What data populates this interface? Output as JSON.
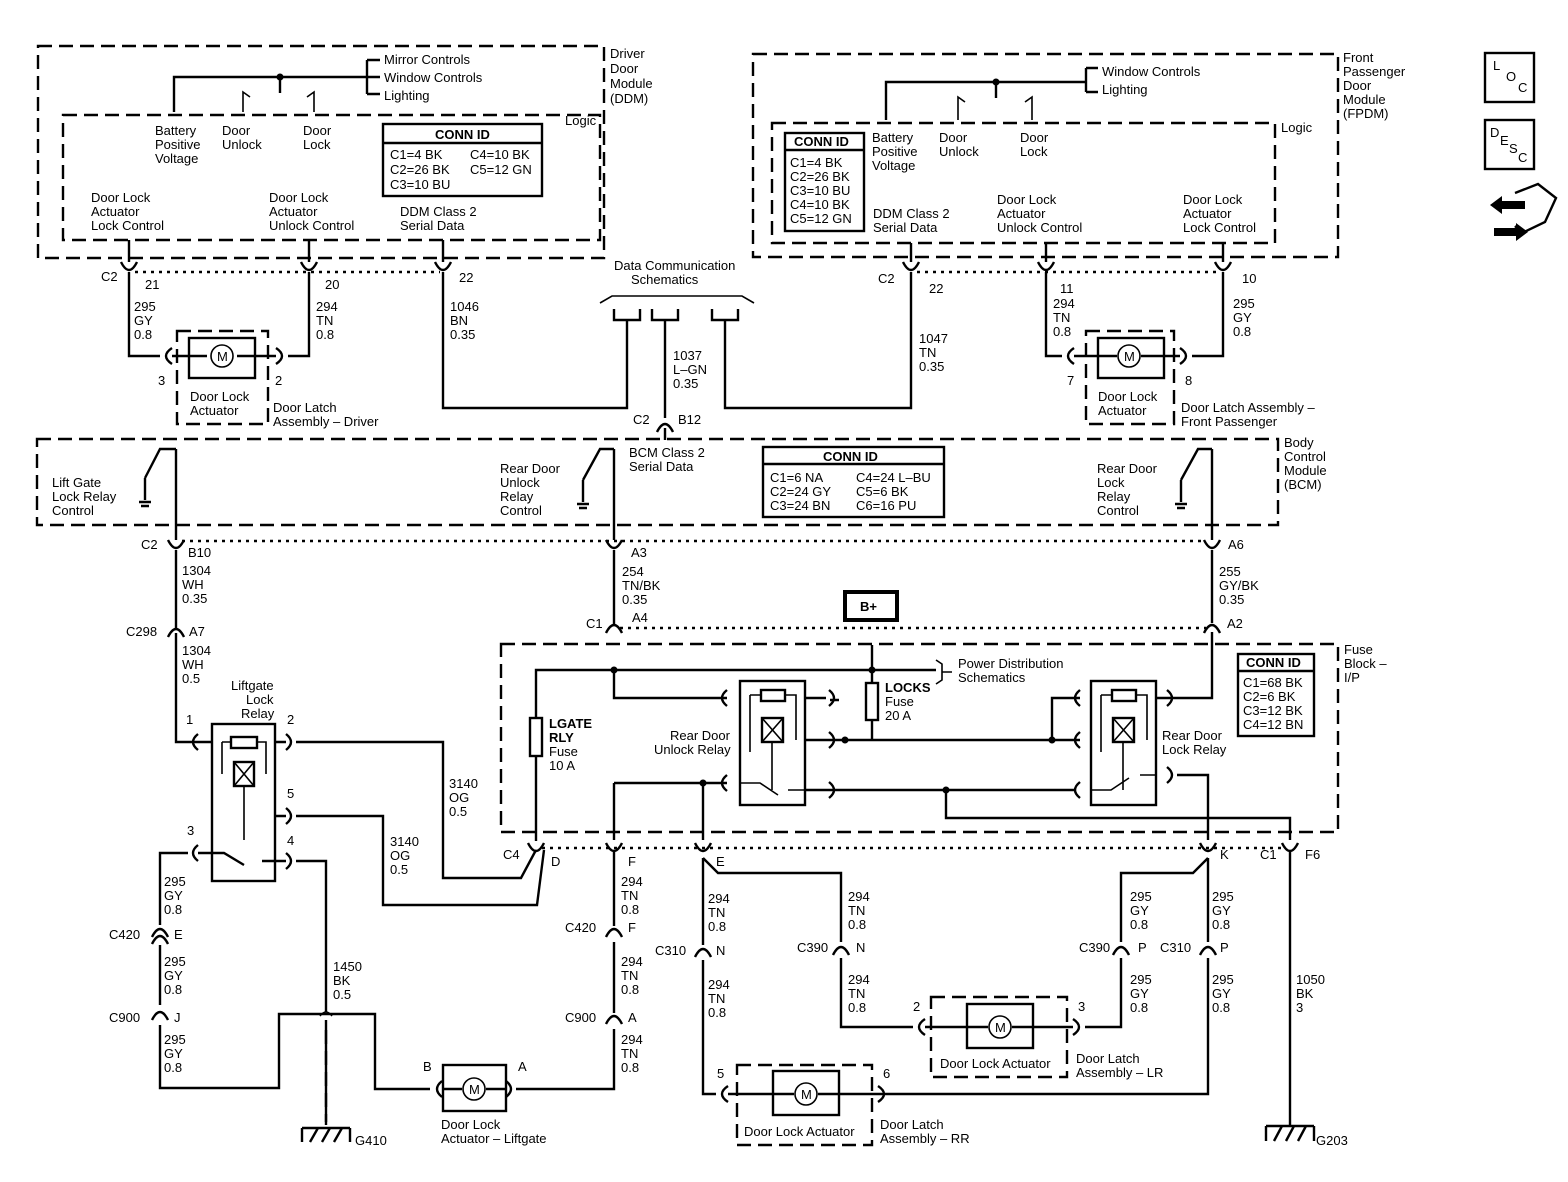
{
  "ddm": {
    "title": [
      "Driver",
      "Door",
      "Module",
      "(DDM)"
    ],
    "logic": "Logic",
    "top_signals": [
      "Mirror Controls",
      "Window Controls",
      "Lighting"
    ],
    "bat": [
      "Battery",
      "Positive",
      "Voltage"
    ],
    "door_unlock": [
      "Door",
      "Unlock"
    ],
    "door_lock": [
      "Door",
      "Lock"
    ],
    "conn_title": "CONN ID",
    "conn": [
      "C1=4 BK",
      "C2=26 BK",
      "C3=10 BU",
      "C4=10 BK",
      "C5=12 GN"
    ],
    "lock_ctrl": [
      "Door Lock",
      "Actuator",
      "Lock Control"
    ],
    "unlock_ctrl": [
      "Door Lock",
      "Actuator",
      "Unlock Control"
    ],
    "serial": [
      "DDM Class 2",
      "Serial Data"
    ],
    "c2": "C2",
    "pins": [
      "21",
      "20",
      "22"
    ]
  },
  "fpdm": {
    "title": [
      "Front",
      "Passenger",
      "Door",
      "Module",
      "(FPDM)"
    ],
    "logic": "Logic",
    "top_signals": [
      "Window Controls",
      "Lighting"
    ],
    "conn_title": "CONN ID",
    "conn": [
      "C1=4 BK",
      "C2=26 BK",
      "C3=10 BU",
      "C4=10 BK",
      "C5=12 GN"
    ],
    "bat": [
      "Battery",
      "Positive",
      "Voltage"
    ],
    "door_unlock": [
      "Door",
      "Unlock"
    ],
    "door_lock": [
      "Door",
      "Lock"
    ],
    "serial": [
      "DDM Class 2",
      "Serial Data"
    ],
    "unlock_ctrl": [
      "Door Lock",
      "Actuator",
      "Unlock Control"
    ],
    "lock_ctrl": [
      "Door Lock",
      "Actuator",
      "Lock Control"
    ],
    "c2": "C2",
    "pins": [
      "22",
      "11",
      "10"
    ]
  },
  "side_icons": [
    "LOC",
    "DESC"
  ],
  "data_comm": [
    "Data Communication",
    "Schematics"
  ],
  "wires_top": {
    "w295a": [
      "295",
      "GY",
      "0.8"
    ],
    "w294a": [
      "294",
      "TN",
      "0.8"
    ],
    "w1046": [
      "1046",
      "BN",
      "0.35"
    ],
    "w1037": [
      "1037",
      "L–GN",
      "0.35"
    ],
    "w1047": [
      "1047",
      "TN",
      "0.35"
    ],
    "w294b": [
      "294",
      "TN",
      "0.8"
    ],
    "w295b": [
      "295",
      "GY",
      "0.8"
    ]
  },
  "driver_latch": {
    "pins": [
      "3",
      "2"
    ],
    "act": [
      "Door Lock",
      "Actuator"
    ],
    "name": [
      "Door Latch",
      "Assembly – Driver"
    ],
    "m": "M"
  },
  "fp_latch": {
    "pins": [
      "7",
      "8"
    ],
    "act": [
      "Door Lock",
      "Actuator"
    ],
    "name": [
      "Door Latch Assembly –",
      "Front Passenger"
    ],
    "m": "M"
  },
  "bcm": {
    "c2b12": [
      "C2",
      "B12"
    ],
    "serial": [
      "BCM Class 2",
      "Serial Data"
    ],
    "title": [
      "Body",
      "Control",
      "Module",
      "(BCM)"
    ],
    "liftgate": [
      "Lift Gate",
      "Lock Relay",
      "Control"
    ],
    "rear_unlock": [
      "Rear Door",
      "Unlock",
      "Relay",
      "Control"
    ],
    "rear_lock": [
      "Rear Door",
      "Lock",
      "Relay",
      "Control"
    ],
    "conn_title": "CONN ID",
    "conn": [
      "C1=6 NA",
      "C2=24 GY",
      "C3=24 BN",
      "C4=24 L–BU",
      "C5=6 BK",
      "C6=16 PU"
    ],
    "pins": [
      "C2",
      "B10",
      "A3",
      "A6"
    ]
  },
  "mid_wires": {
    "w1304a": [
      "1304",
      "WH",
      "0.35"
    ],
    "w254": [
      "254",
      "TN/BK",
      "0.35"
    ],
    "w255": [
      "255",
      "GY/BK",
      "0.35"
    ],
    "c298": [
      "C298",
      "A7"
    ],
    "w1304b": [
      "1304",
      "WH",
      "0.5"
    ],
    "c1": [
      "C1",
      "A4",
      "A2"
    ]
  },
  "bplus": "B+",
  "fuse": {
    "title": [
      "Fuse",
      "Block –",
      "I/P"
    ],
    "pds": [
      "Power Distribution",
      "Schematics"
    ],
    "locks": [
      "LOCKS",
      "Fuse",
      "20 A"
    ],
    "lgate": [
      "LGATE",
      "RLY",
      "Fuse",
      "10 A"
    ],
    "unlock_relay": [
      "Rear Door",
      "Unlock Relay"
    ],
    "lock_relay": [
      "Rear Door",
      "Lock Relay"
    ],
    "conn_title": "CONN ID",
    "conn": [
      "C1=68 BK",
      "C2=6 BK",
      "C3=12 BK",
      "C4=12 BN"
    ],
    "pins": [
      "C4",
      "D",
      "F",
      "E",
      "K",
      "C1",
      "F6"
    ]
  },
  "liftgate_relay": {
    "name": [
      "Liftgate",
      "Lock",
      "Relay"
    ],
    "pins": [
      "1",
      "2",
      "5",
      "3",
      "4"
    ]
  },
  "lower": {
    "w3140a": [
      "3140",
      "OG",
      "0.5"
    ],
    "w3140b": [
      "3140",
      "OG",
      "0.5"
    ],
    "w295c": [
      "295",
      "GY",
      "0.8"
    ],
    "c420e": [
      "C420",
      "E"
    ],
    "w295d": [
      "295",
      "GY",
      "0.8"
    ],
    "c900j": [
      "C900",
      "J"
    ],
    "w295e": [
      "295",
      "GY",
      "0.8"
    ],
    "w1450": [
      "1450",
      "BK",
      "0.5"
    ],
    "g410": "G410",
    "lg_act": {
      "pins": [
        "B",
        "A"
      ],
      "name": [
        "Door Lock",
        "Actuator – Liftgate"
      ],
      "m": "M"
    },
    "w294c": [
      "294",
      "TN",
      "0.8"
    ],
    "c420f": [
      "C420",
      "F"
    ],
    "w294d": [
      "294",
      "TN",
      "0.8"
    ],
    "c900a": [
      "C900",
      "A"
    ],
    "w294e": [
      "294",
      "TN",
      "0.8"
    ],
    "w294f": [
      "294",
      "TN",
      "0.8"
    ],
    "c310n": [
      "C310",
      "N"
    ],
    "w294g": [
      "294",
      "TN",
      "0.8"
    ],
    "w294h": [
      "294",
      "TN",
      "0.8"
    ],
    "c390n": [
      "C390",
      "N"
    ],
    "w294i": [
      "294",
      "TN",
      "0.8"
    ],
    "w295f": [
      "295",
      "GY",
      "0.8"
    ],
    "c390p": [
      "C390",
      "P"
    ],
    "w295g": [
      "295",
      "GY",
      "0.8"
    ],
    "w295h": [
      "295",
      "GY",
      "0.8"
    ],
    "c310p": [
      "C310",
      "P"
    ],
    "w295i": [
      "295",
      "GY",
      "0.8"
    ],
    "w1050": [
      "1050",
      "BK",
      "3"
    ],
    "g203": "G203",
    "lr": {
      "pins": [
        "2",
        "3"
      ],
      "act": "Door Lock Actuator",
      "name": [
        "Door Latch",
        "Assembly – LR"
      ],
      "m": "M"
    },
    "rr": {
      "pins": [
        "5",
        "6"
      ],
      "act": "Door Lock Actuator",
      "name": [
        "Door Latch",
        "Assembly – RR"
      ],
      "m": "M"
    }
  }
}
